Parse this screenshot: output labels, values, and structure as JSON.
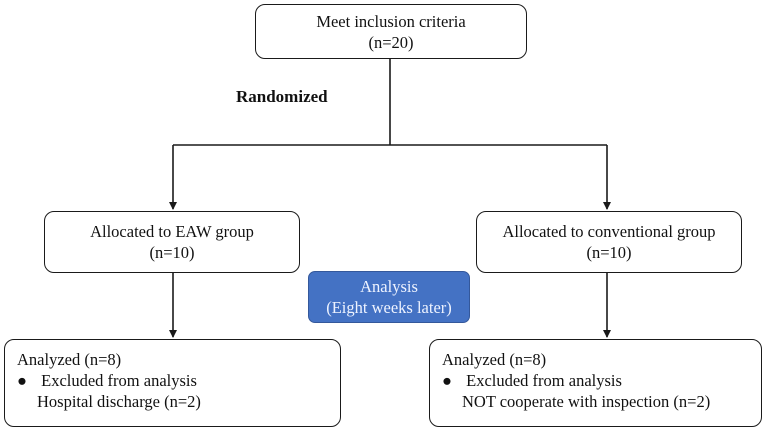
{
  "top": {
    "line1": "Meet inclusion criteria",
    "line2": "(n=20)"
  },
  "randomized_label": "Randomized",
  "eaw": {
    "line1": "Allocated to EAW group",
    "line2": "(n=10)"
  },
  "conventional": {
    "line1": "Allocated to conventional group",
    "line2": "(n=10)"
  },
  "analysis": {
    "line1": "Analysis",
    "line2": "(Eight weeks later)"
  },
  "eaw_result": {
    "line1": "Analyzed (n=8)",
    "bullet": "●",
    "line2": "Excluded from analysis",
    "line3": "Hospital discharge (n=2)"
  },
  "conventional_result": {
    "line1": "Analyzed (n=8)",
    "bullet": "●",
    "line2": "Excluded from analysis",
    "line3": "NOT cooperate with inspection (n=2)"
  },
  "colors": {
    "analysis_fill": "#4472c4",
    "line": "#1a1a1a"
  }
}
